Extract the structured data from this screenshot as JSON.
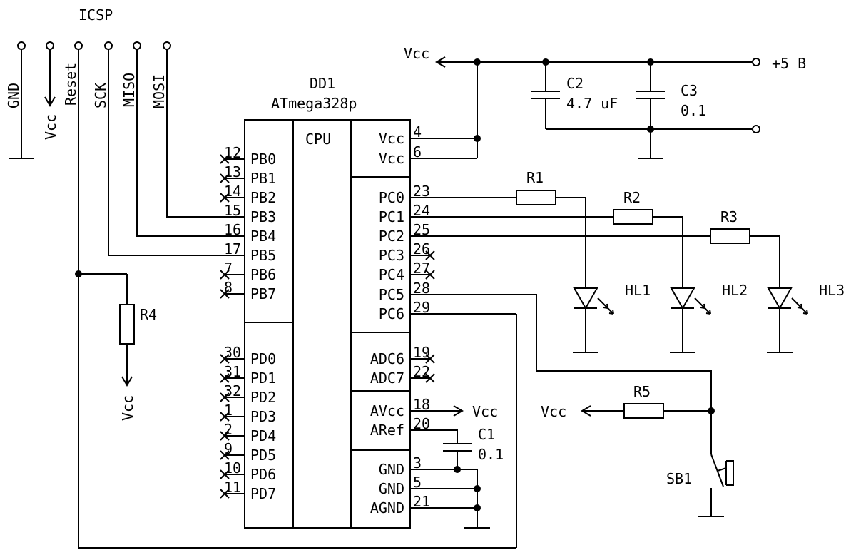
{
  "colors": {
    "ink": "#000000",
    "background": "#ffffff"
  },
  "icsp": {
    "title": "ICSP",
    "pins": [
      "GND",
      "Vcc",
      "Reset",
      "SCK",
      "MISO",
      "MOSI"
    ]
  },
  "chip": {
    "refdes": "DD1",
    "part": "ATmega328p",
    "core": "CPU",
    "left_pins": [
      {
        "num": "12",
        "name": "PB0"
      },
      {
        "num": "13",
        "name": "PB1"
      },
      {
        "num": "14",
        "name": "PB2"
      },
      {
        "num": "15",
        "name": "PB3"
      },
      {
        "num": "16",
        "name": "PB4"
      },
      {
        "num": "17",
        "name": "PB5"
      },
      {
        "num": "7",
        "name": "PB6"
      },
      {
        "num": "8",
        "name": "PB7"
      },
      {
        "num": "30",
        "name": "PD0"
      },
      {
        "num": "31",
        "name": "PD1"
      },
      {
        "num": "32",
        "name": "PD2"
      },
      {
        "num": "1",
        "name": "PD3"
      },
      {
        "num": "2",
        "name": "PD4"
      },
      {
        "num": "9",
        "name": "PD5"
      },
      {
        "num": "10",
        "name": "PD6"
      },
      {
        "num": "11",
        "name": "PD7"
      }
    ],
    "right_pins": [
      {
        "num": "4",
        "name": "Vcc"
      },
      {
        "num": "6",
        "name": "Vcc"
      },
      {
        "num": "23",
        "name": "PC0"
      },
      {
        "num": "24",
        "name": "PC1"
      },
      {
        "num": "25",
        "name": "PC2"
      },
      {
        "num": "26",
        "name": "PC3"
      },
      {
        "num": "27",
        "name": "PC4"
      },
      {
        "num": "28",
        "name": "PC5"
      },
      {
        "num": "29",
        "name": "PC6"
      },
      {
        "num": "19",
        "name": "ADC6"
      },
      {
        "num": "22",
        "name": "ADC7"
      },
      {
        "num": "18",
        "name": "AVcc"
      },
      {
        "num": "20",
        "name": "ARef"
      },
      {
        "num": "3",
        "name": "GND"
      },
      {
        "num": "5",
        "name": "GND"
      },
      {
        "num": "21",
        "name": "AGND"
      }
    ]
  },
  "power": {
    "vcc_label": "Vcc",
    "supply_label": "+5 B"
  },
  "components": {
    "c2": {
      "ref": "C2",
      "value": "4.7 uF"
    },
    "c3": {
      "ref": "C3",
      "value": "0.1"
    },
    "c1": {
      "ref": "C1",
      "value": "0.1"
    },
    "r1": {
      "ref": "R1"
    },
    "r2": {
      "ref": "R2"
    },
    "r3": {
      "ref": "R3"
    },
    "r4": {
      "ref": "R4"
    },
    "r5": {
      "ref": "R5"
    },
    "hl1": {
      "ref": "HL1"
    },
    "hl2": {
      "ref": "HL2"
    },
    "hl3": {
      "ref": "HL3"
    },
    "sb1": {
      "ref": "SB1"
    }
  }
}
